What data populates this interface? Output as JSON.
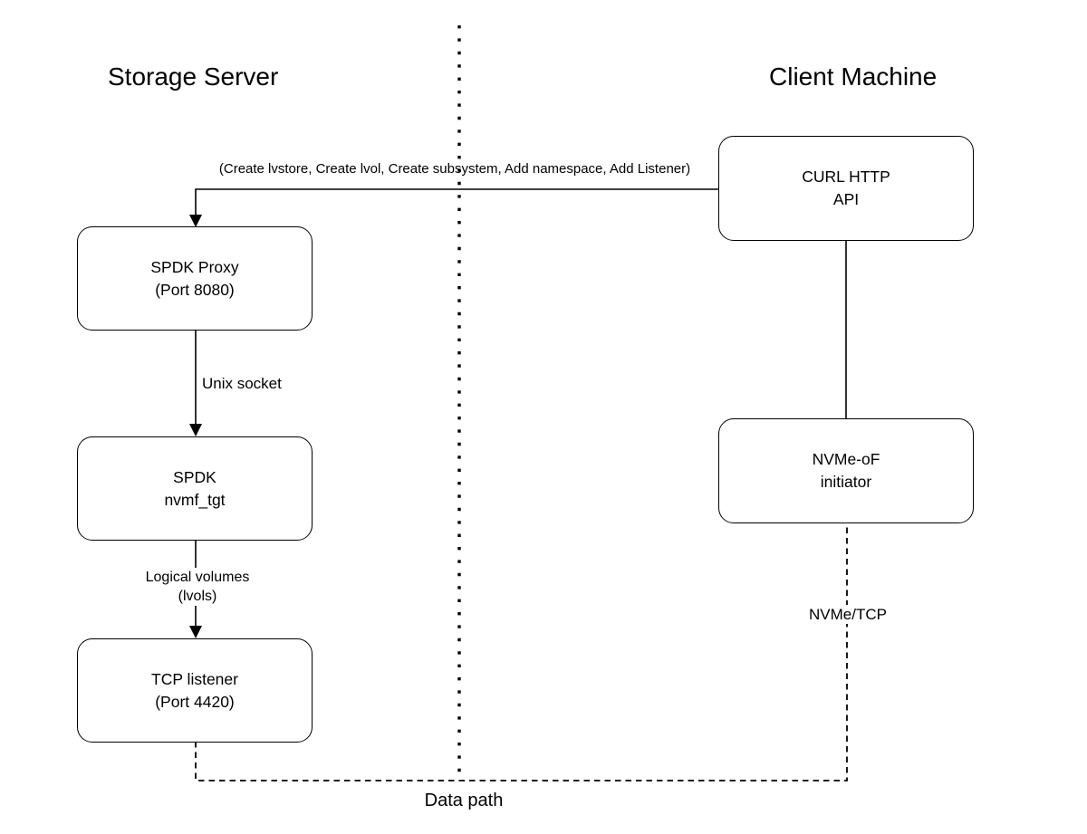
{
  "titles": {
    "left": "Storage Server",
    "right": "Client Machine"
  },
  "nodes": {
    "spdk_proxy": {
      "line1": "SPDK Proxy",
      "line2": "(Port 8080)"
    },
    "spdk_nvmf_tgt": {
      "line1": "SPDK",
      "line2": "nvmf_tgt"
    },
    "tcp_listener": {
      "line1": "TCP listener",
      "line2": "(Port 4420)"
    },
    "curl_http_api": {
      "line1": "CURL HTTP",
      "line2": "API"
    },
    "nvme_of_initiator": {
      "line1": "NVMe-oF",
      "line2": "initiator"
    }
  },
  "edge_labels": {
    "api_ops": "(Create lvstore, Create lvol, Create subsystem, Add namespace, Add Listener)",
    "unix_socket": "Unix socket",
    "logical_volumes_line1": "Logical volumes",
    "logical_volumes_line2": "(lvols)",
    "nvme_tcp": "NVMe/TCP",
    "data_path": "Data path"
  },
  "colors": {
    "background": "#ffffff",
    "line": "#000000",
    "text": "#000000"
  }
}
